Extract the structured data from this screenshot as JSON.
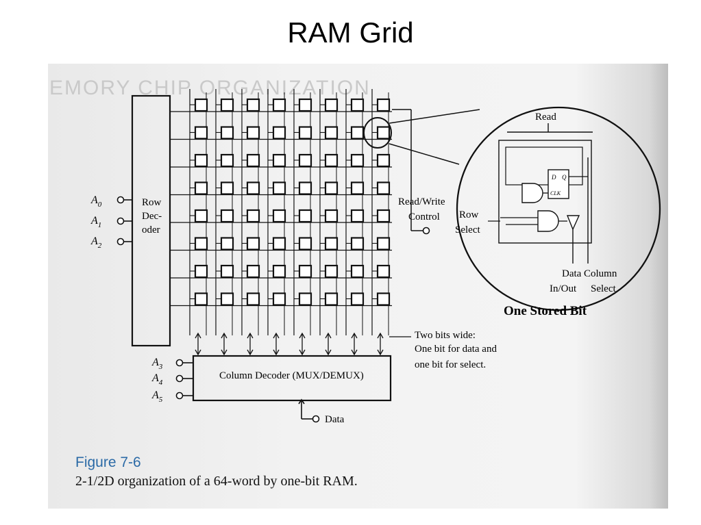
{
  "slide": {
    "title": "RAM Grid"
  },
  "background_heading": "EMORY CHIP ORGANIZATION",
  "figure": {
    "label": "Figure 7-6",
    "caption": "2-1/2D organization of a 64-word by one-bit RAM."
  },
  "diagram": {
    "row_decoder": {
      "line1": "Row",
      "line2": "Dec-",
      "line3": "oder"
    },
    "row_address_inputs": [
      {
        "name": "A",
        "sub": "0"
      },
      {
        "name": "A",
        "sub": "1"
      },
      {
        "name": "A",
        "sub": "2"
      }
    ],
    "column_address_inputs": [
      {
        "name": "A",
        "sub": "3"
      },
      {
        "name": "A",
        "sub": "4"
      },
      {
        "name": "A",
        "sub": "5"
      }
    ],
    "column_decoder_label": "Column Decoder (MUX/DEMUX)",
    "read_write_control": {
      "line1": "Read/Write",
      "line2": "Control"
    },
    "data_label": "Data",
    "two_bits_note": {
      "line1": "Two bits wide:",
      "line2": "One bit for data and",
      "line3": "one bit for select."
    },
    "detail": {
      "read_label": "Read",
      "row_select": {
        "line1": "Row",
        "line2": "Select"
      },
      "data_in_out": {
        "line1": "Data",
        "line2": "In/Out"
      },
      "column_select": {
        "line1": "Column",
        "line2": "Select"
      },
      "flipflop_d": "D",
      "flipflop_q": "Q",
      "flipflop_clk": "CLK",
      "title": "One Stored Bit"
    }
  }
}
